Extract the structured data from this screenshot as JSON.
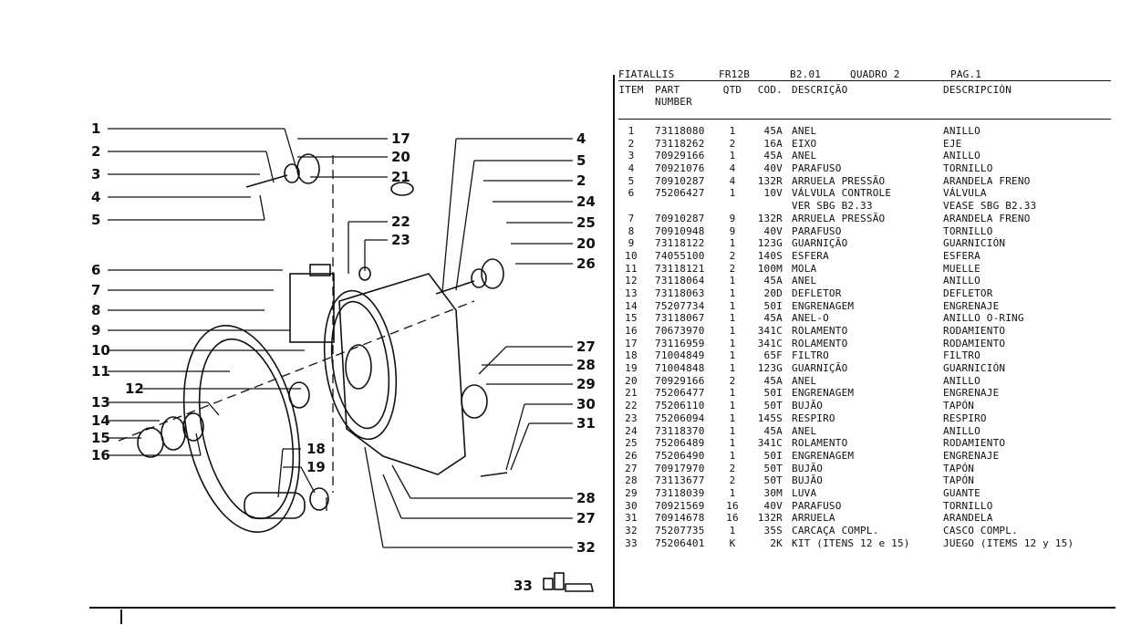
{
  "header": {
    "brand": "FIATALLIS",
    "model": "FR12B",
    "section": "B2.01",
    "quadro": "QUADRO 2",
    "page": "PAG.1"
  },
  "columns": {
    "item": "ITEM",
    "part_line1": "PART",
    "part_line2": "NUMBER",
    "qtd": "QTD",
    "cod": "COD.",
    "descricao": "DESCRIÇÃO",
    "descripcion": "DESCRIPCIÒN"
  },
  "rows": [
    {
      "item": "1",
      "part": "73118080",
      "qtd": "1",
      "cod": "45A",
      "pt": "ANEL",
      "es": "ANILLO"
    },
    {
      "item": "2",
      "part": "73118262",
      "qtd": "2",
      "cod": "16A",
      "pt": "EIXO",
      "es": "EJE"
    },
    {
      "item": "3",
      "part": "70929166",
      "qtd": "1",
      "cod": "45A",
      "pt": "ANEL",
      "es": "ANILLO"
    },
    {
      "item": "4",
      "part": "70921076",
      "qtd": "4",
      "cod": "40V",
      "pt": "PARAFUSO",
      "es": "TORNILLO"
    },
    {
      "item": "5",
      "part": "70910287",
      "qtd": "4",
      "cod": "132R",
      "pt": "ARRUELA PRESSÃO",
      "es": "ARANDELA FRENO"
    },
    {
      "item": "6",
      "part": "75206427",
      "qtd": "1",
      "cod": "10V",
      "pt": "VÁLVULA CONTROLE",
      "es": "VÁLVULA"
    },
    {
      "item": "",
      "part": "",
      "qtd": "",
      "cod": "",
      "pt": "VER SBG B2.33",
      "es": "VEASE SBG  B2.33"
    },
    {
      "item": "7",
      "part": "70910287",
      "qtd": "9",
      "cod": "132R",
      "pt": "ARRUELA PRESSÃO",
      "es": "ARANDELA FRENO"
    },
    {
      "item": "8",
      "part": "70910948",
      "qtd": "9",
      "cod": "40V",
      "pt": "PARAFUSO",
      "es": "TORNILLO"
    },
    {
      "item": "9",
      "part": "73118122",
      "qtd": "1",
      "cod": "123G",
      "pt": "GUARNIÇÃO",
      "es": "GUARNICIÓN"
    },
    {
      "item": "10",
      "part": "74055100",
      "qtd": "2",
      "cod": "140S",
      "pt": "ESFERA",
      "es": "ESFERA"
    },
    {
      "item": "11",
      "part": "73118121",
      "qtd": "2",
      "cod": "100M",
      "pt": "MOLA",
      "es": "MUELLE"
    },
    {
      "item": "12",
      "part": "73118064",
      "qtd": "1",
      "cod": "45A",
      "pt": "ANEL",
      "es": "ANILLO"
    },
    {
      "item": "13",
      "part": "73118063",
      "qtd": "1",
      "cod": "20D",
      "pt": "DEFLETOR",
      "es": "DEFLETOR"
    },
    {
      "item": "14",
      "part": "75207734",
      "qtd": "1",
      "cod": "50I",
      "pt": "ENGRENAGEM",
      "es": "ENGRENAJE"
    },
    {
      "item": "15",
      "part": "73118067",
      "qtd": "1",
      "cod": "45A",
      "pt": "ANEL-O",
      "es": "ANILLO O-RING"
    },
    {
      "item": "16",
      "part": "70673970",
      "qtd": "1",
      "cod": "341C",
      "pt": "ROLAMENTO",
      "es": "RODAMIENTO"
    },
    {
      "item": "17",
      "part": "73116959",
      "qtd": "1",
      "cod": "341C",
      "pt": "ROLAMENTO",
      "es": "RODAMIENTO"
    },
    {
      "item": "18",
      "part": "71004849",
      "qtd": "1",
      "cod": "65F",
      "pt": "FILTRO",
      "es": "FILTRO"
    },
    {
      "item": "19",
      "part": "71004848",
      "qtd": "1",
      "cod": "123G",
      "pt": "GUARNIÇÃO",
      "es": "GUARNICIÓN"
    },
    {
      "item": "20",
      "part": "70929166",
      "qtd": "2",
      "cod": "45A",
      "pt": "ANEL",
      "es": "ANILLO"
    },
    {
      "item": "21",
      "part": "75206477",
      "qtd": "1",
      "cod": "50I",
      "pt": "ENGRENAGEM",
      "es": "ENGRENAJE"
    },
    {
      "item": "22",
      "part": "75206110",
      "qtd": "1",
      "cod": "50T",
      "pt": "BUJÃO",
      "es": "TAPÓN"
    },
    {
      "item": "23",
      "part": "75206094",
      "qtd": "1",
      "cod": "145S",
      "pt": "RESPIRO",
      "es": "RESPIRO"
    },
    {
      "item": "24",
      "part": "73118370",
      "qtd": "1",
      "cod": "45A",
      "pt": "ANEL",
      "es": "ANILLO"
    },
    {
      "item": "25",
      "part": "75206489",
      "qtd": "1",
      "cod": "341C",
      "pt": "ROLAMENTO",
      "es": "RODAMIENTO"
    },
    {
      "item": "26",
      "part": "75206490",
      "qtd": "1",
      "cod": "50I",
      "pt": "ENGRENAGEM",
      "es": "ENGRENAJE"
    },
    {
      "item": "27",
      "part": "70917970",
      "qtd": "2",
      "cod": "50T",
      "pt": "BUJÃO",
      "es": "TAPÓN"
    },
    {
      "item": "28",
      "part": "73113677",
      "qtd": "2",
      "cod": "50T",
      "pt": "BUJÃO",
      "es": "TAPÓN"
    },
    {
      "item": "29",
      "part": "73118039",
      "qtd": "1",
      "cod": "30M",
      "pt": "LUVA",
      "es": "GUANTE"
    },
    {
      "item": "30",
      "part": "70921569",
      "qtd": "16",
      "cod": "40V",
      "pt": "PARAFUSO",
      "es": "TORNILLO"
    },
    {
      "item": "31",
      "part": "70914678",
      "qtd": "16",
      "cod": "132R",
      "pt": "ARRUELA",
      "es": "ARANDELA"
    },
    {
      "item": "32",
      "part": "75207735",
      "qtd": "1",
      "cod": "35S",
      "pt": "CARCAÇA COMPL.",
      "es": "CASCO COMPL."
    },
    {
      "item": "33",
      "part": "75206401",
      "qtd": "K",
      "cod": "2K",
      "pt": "KIT (ITENS 12 e 15)",
      "es": "JUEGO (ITEMS 12 y 15)"
    }
  ],
  "diagram": {
    "callouts_left": [
      "1",
      "2",
      "3",
      "4",
      "5",
      "6",
      "7",
      "8",
      "9",
      "10",
      "11",
      "12",
      "13",
      "14",
      "15",
      "16"
    ],
    "callouts_mid": [
      "17",
      "20",
      "21",
      "22",
      "23",
      "18",
      "19"
    ],
    "callouts_right": [
      "4",
      "5",
      "2",
      "24",
      "25",
      "20",
      "26",
      "27",
      "28",
      "29",
      "30",
      "31",
      "28",
      "27",
      "32"
    ],
    "kit_label": "33"
  }
}
